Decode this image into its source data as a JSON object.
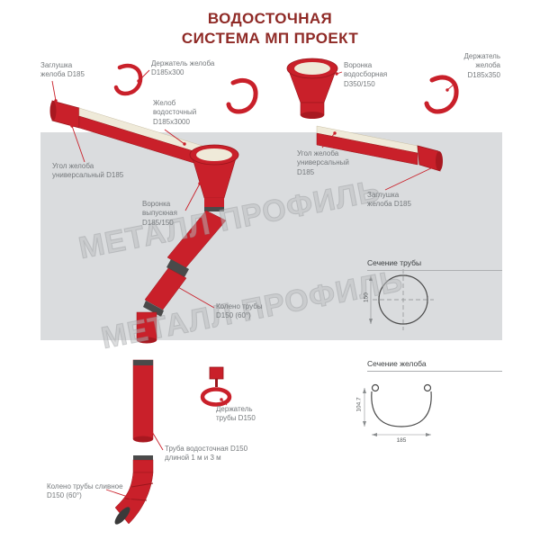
{
  "title": {
    "line1": "ВОДОСТОЧНАЯ",
    "line2": "СИСТЕМА МП ПРОЕКТ"
  },
  "watermark": {
    "text": "МЕТАЛЛ ПРОФИЛЬ"
  },
  "colors": {
    "part_red": "#C9202A",
    "part_dark_red": "#A81820",
    "gutter_inner_cream": "#EFEAD9",
    "roof_panel_gray": "#DADCDE",
    "label_gray": "#75797C",
    "title_red": "#8F2A26",
    "section_line_gray": "#ADAFB1"
  },
  "labels": {
    "gutter_cap_left": "Заглушка желоба D185",
    "gutter_holder_300": "Держатель желоба D185х300",
    "gutter": "Желоб водосточный D185х3000",
    "collector_funnel": "Воронка водосборная D350/150",
    "gutter_holder_350": "Держатель желоба D185х350",
    "gutter_corner_left": "Угол желоба универсальный D185",
    "gutter_corner_right": "Угол желоба универсальный D185",
    "gutter_cap_right": "Заглушка желоба D185",
    "outlet_funnel": "Воронка выпускная D185/150",
    "pipe_elbow": "Колено трубы D150 (60°)",
    "pipe_holder": "Держатель трубы D150",
    "downpipe": "Труба водосточная D150 длиной 1 м и 3 м",
    "drain_elbow": "Колено трубы сливное D150 (60°)"
  },
  "sections": {
    "pipe": {
      "title": "Сечение трубы",
      "diameter": "150"
    },
    "gutter": {
      "title": "Сечение желоба",
      "width": "185",
      "height": "104.7"
    }
  }
}
